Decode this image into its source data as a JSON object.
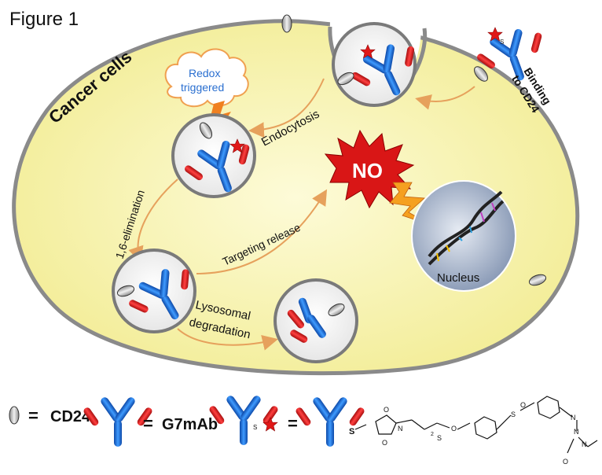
{
  "figure_label": "Figure 1",
  "cell_label": "Cancer cells",
  "redox_label_line1": "Redox",
  "redox_label_line2": "triggered",
  "endocytosis_label": "Endocytosis",
  "binding_label_line1": "Binding",
  "binding_label_line2": "to CD24",
  "elimination_label": "1,6-elimination",
  "targeting_label": "Targeting release",
  "lysosomal_label_line1": "Lysosomal",
  "lysosomal_label_line2": "degradation",
  "no_label": "NO",
  "nucleus_label": "Nucleus",
  "legend": {
    "equals": "=",
    "cd24": "CD24",
    "g7mab": "G7mAb",
    "s_label": "S",
    "chem_atoms": [
      "O",
      "N",
      "O",
      "O",
      "S",
      "S",
      "O",
      "N",
      "N",
      "N",
      "O"
    ],
    "chem_subscript": "2"
  },
  "colors": {
    "cell_fill": "#f6f2a8",
    "cell_border": "#8a8a8a",
    "arrow": "#e6a15c",
    "antibody_blue": "#1f6fd6",
    "antibody_red": "#e02020",
    "no_burst": "#d91616",
    "nucleus": "#9fb0c8",
    "redox_cloud_stroke": "#f0a050",
    "redox_text": "#2a6fd0"
  }
}
